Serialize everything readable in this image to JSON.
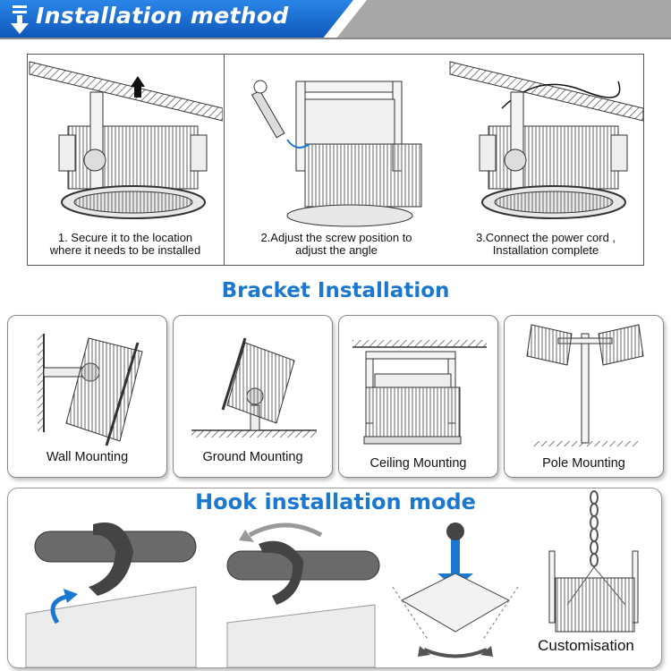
{
  "header": {
    "title": "Installation method",
    "colors": {
      "banner": "#1a6fd6",
      "banner_dark": "#0d4ea8",
      "slope": "#9a9a9a"
    }
  },
  "steps": [
    {
      "caption_line1": "1. Secure it to the location",
      "caption_line2": "where it needs to be installed"
    },
    {
      "caption_line1": "2.Adjust the screw position to",
      "caption_line2": "adjust the angle"
    },
    {
      "caption_line1": "3.Connect the power cord ,",
      "caption_line2": "Installation complete"
    }
  ],
  "bracket": {
    "title": "Bracket Installation",
    "cards": [
      {
        "label": "Wall Mounting"
      },
      {
        "label": "Ground Mounting"
      },
      {
        "label": "Ceiling Mounting"
      },
      {
        "label": "Pole Mounting"
      }
    ]
  },
  "hook": {
    "title": "Hook installation mode",
    "customisation_label": "Customisation"
  },
  "accent_color": "#1b78d0",
  "icons": [
    "arrow-down-icon",
    "arrow-up-icon",
    "rotate-arrow-icon"
  ]
}
